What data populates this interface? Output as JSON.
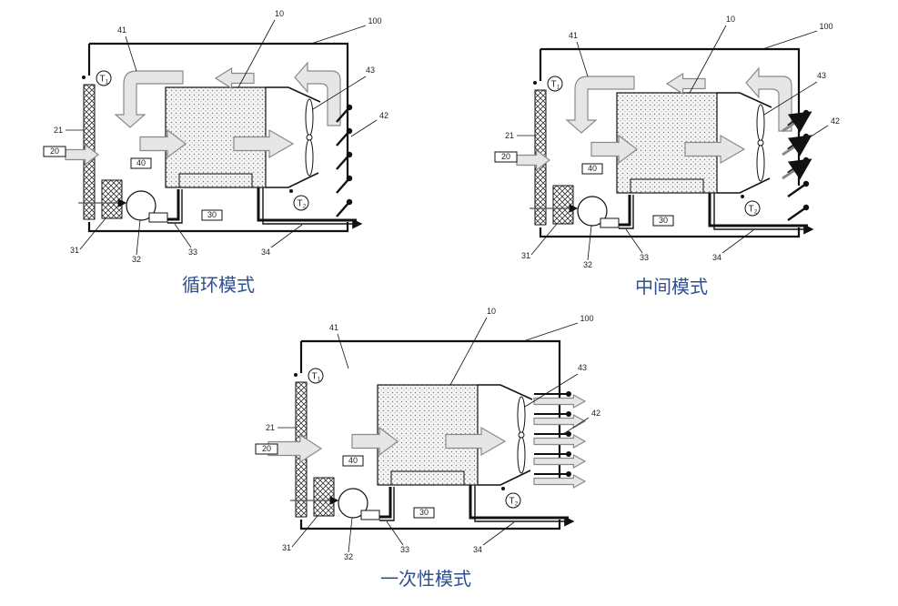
{
  "panels": [
    {
      "id": "circulation",
      "caption": "循环模式",
      "labels": {
        "housing": "100",
        "core": "10",
        "inlet": "20",
        "filter": "21",
        "tank": "30",
        "pad": "31",
        "pump": "32",
        "pipe": "33",
        "drain": "34",
        "inner_duct": "40",
        "top_flow": "41",
        "louvers": "42",
        "fan": "43",
        "sensor1": "T",
        "sensor1_sub": "1",
        "sensor2": "T",
        "sensor2_sub": "2"
      },
      "louver_mode": "closed"
    },
    {
      "id": "intermediate",
      "caption": "中间模式",
      "labels": {
        "housing": "100",
        "core": "10",
        "inlet": "20",
        "filter": "21",
        "tank": "30",
        "pad": "31",
        "pump": "32",
        "pipe": "33",
        "drain": "34",
        "inner_duct": "40",
        "top_flow": "41",
        "louvers": "42",
        "fan": "43",
        "sensor1": "T",
        "sensor1_sub": "1",
        "sensor2": "T",
        "sensor2_sub": "2"
      },
      "louver_mode": "half"
    },
    {
      "id": "once_through",
      "caption": "一次性模式",
      "labels": {
        "housing": "100",
        "core": "10",
        "inlet": "20",
        "filter": "21",
        "tank": "30",
        "pad": "31",
        "pump": "32",
        "pipe": "33",
        "drain": "34",
        "inner_duct": "40",
        "top_flow": "41",
        "louvers": "42",
        "fan": "43",
        "sensor1": "T",
        "sensor1_sub": "1",
        "sensor2": "T",
        "sensor2_sub": "2"
      },
      "louver_mode": "open"
    }
  ],
  "colors": {
    "line": "#111111",
    "caption": "#2f4f8f",
    "arrow_fill": "#e6e6e6",
    "arrow_stroke": "#8a8a8a",
    "core_fill": "#f4f4f4"
  }
}
